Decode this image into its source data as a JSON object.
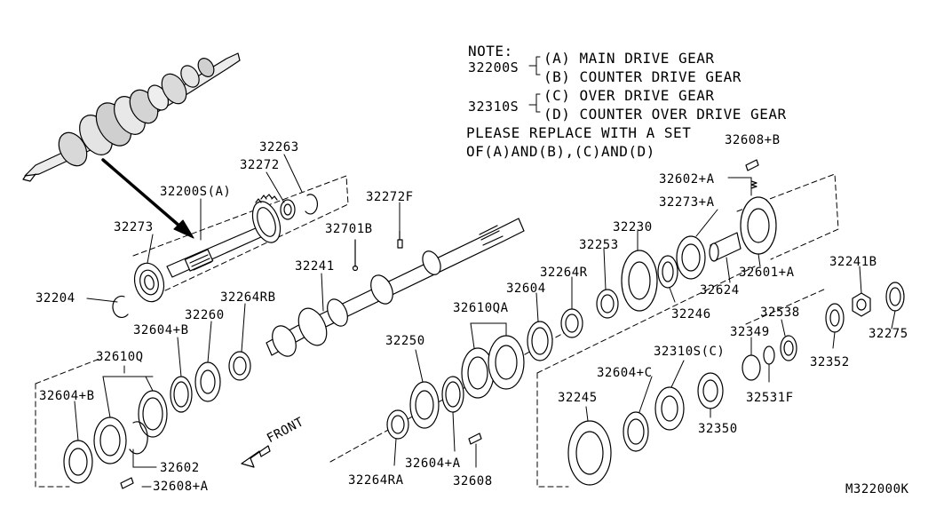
{
  "note": {
    "title": "NOTE:",
    "group1_code": "32200S",
    "a": "(A) MAIN DRIVE GEAR",
    "b": "(B) COUNTER DRIVE GEAR",
    "group2_code": "32310S",
    "c": "(C) OVER DRIVE GEAR",
    "d": "(D) COUNTER OVER DRIVE GEAR",
    "line1": "PLEASE REPLACE WITH A SET",
    "line2": "OF(A)AND(B),(C)AND(D)"
  },
  "front_label": "FRONT",
  "figure_id": "M322000K",
  "parts": {
    "p32263": "32263",
    "p32272": "32272",
    "p32200SA": "32200S(A)",
    "p32273": "32273",
    "p32204": "32204",
    "p32272F": "32272F",
    "p32701B": "32701B",
    "p32241": "32241",
    "p32264RB": "32264RB",
    "p32260": "32260",
    "p32604B_1": "32604+B",
    "p32610Q": "32610Q",
    "p32604B_2": "32604+B",
    "p32602": "32602",
    "p32608A": "32608+A",
    "p32608B": "32608+B",
    "p32602A": "32602+A",
    "p32273A": "32273+A",
    "p32230": "32230",
    "p32253": "32253",
    "p32264R": "32264R",
    "p32604": "32604",
    "p32610QA": "32610QA",
    "p32601A": "32601+A",
    "p32624": "32624",
    "p32246": "32246",
    "p32241B": "32241B",
    "p32275": "32275",
    "p32352": "32352",
    "p32538": "32538",
    "p32349": "32349",
    "p32310SC": "32310S(C)",
    "p32531F": "32531F",
    "p32604C": "32604+C",
    "p32250": "32250",
    "p32245": "32245",
    "p32350": "32350",
    "p32604A": "32604+A",
    "p32264RA": "32264RA",
    "p32608": "32608"
  }
}
